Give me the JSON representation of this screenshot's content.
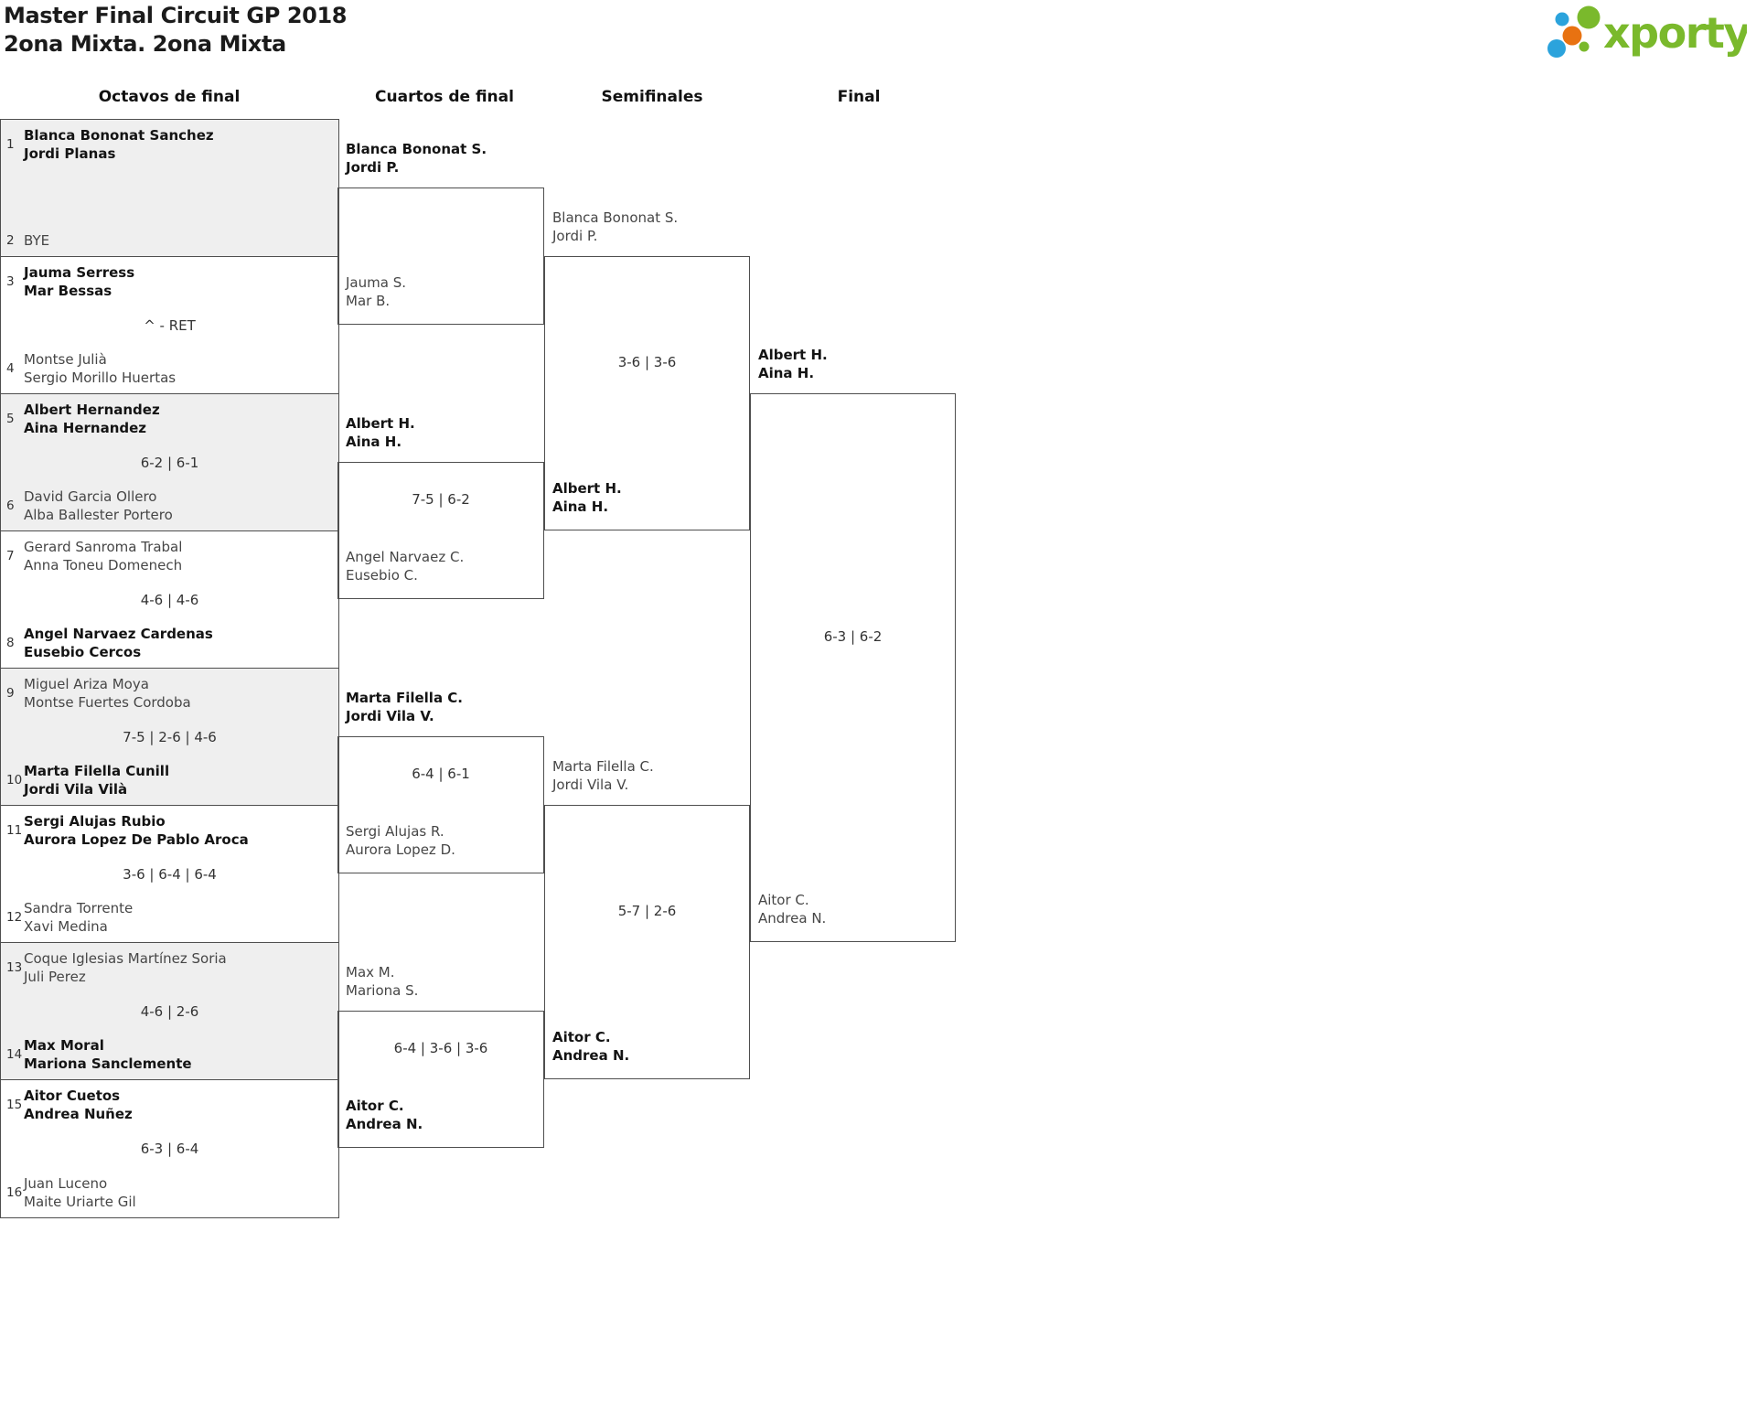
{
  "header": {
    "title": "Master Final Circuit GP 2018",
    "subtitle": "2ona Mixta. 2ona Mixta"
  },
  "logo": {
    "text": "xporty",
    "green": "#7ab92c",
    "blue": "#2ba3dc",
    "orange": "#e87211"
  },
  "rounds": [
    "Octavos de final",
    "Cuartos de final",
    "Semifinales",
    "Final"
  ],
  "bracket": {
    "r16": [
      {
        "shaded": true,
        "top": {
          "num": "1",
          "lines": [
            "Blanca Bononat Sanchez",
            "Jordi Planas"
          ],
          "winner": true
        },
        "bottom": {
          "num": "2",
          "lines": [
            "BYE"
          ],
          "winner": false
        },
        "score": ""
      },
      {
        "shaded": false,
        "top": {
          "num": "3",
          "lines": [
            "Jauma Serress",
            "Mar Bessas"
          ],
          "winner": true
        },
        "bottom": {
          "num": "4",
          "lines": [
            "Montse Julià",
            "Sergio Morillo Huertas"
          ],
          "winner": false
        },
        "score": "^ - RET"
      },
      {
        "shaded": true,
        "top": {
          "num": "5",
          "lines": [
            "Albert Hernandez",
            "Aina Hernandez"
          ],
          "winner": true
        },
        "bottom": {
          "num": "6",
          "lines": [
            "David Garcia Ollero",
            "Alba Ballester Portero"
          ],
          "winner": false
        },
        "score": "6-2 | 6-1"
      },
      {
        "shaded": false,
        "top": {
          "num": "7",
          "lines": [
            "Gerard Sanroma Trabal",
            "Anna Toneu Domenech"
          ],
          "winner": false
        },
        "bottom": {
          "num": "8",
          "lines": [
            "Angel Narvaez Cardenas",
            "Eusebio Cercos"
          ],
          "winner": true
        },
        "score": "4-6 | 4-6"
      },
      {
        "shaded": true,
        "top": {
          "num": "9",
          "lines": [
            "Miguel Ariza Moya",
            "Montse Fuertes Cordoba"
          ],
          "winner": false
        },
        "bottom": {
          "num": "10",
          "lines": [
            "Marta Filella Cunill",
            "Jordi Vila Vilà"
          ],
          "winner": true
        },
        "score": "7-5 | 2-6 | 4-6"
      },
      {
        "shaded": false,
        "top": {
          "num": "11",
          "lines": [
            "Sergi Alujas Rubio",
            "Aurora Lopez De Pablo Aroca"
          ],
          "winner": true
        },
        "bottom": {
          "num": "12",
          "lines": [
            "Sandra Torrente",
            "Xavi Medina"
          ],
          "winner": false
        },
        "score": "3-6 | 6-4 | 6-4"
      },
      {
        "shaded": true,
        "top": {
          "num": "13",
          "lines": [
            "Coque Iglesias Martínez Soria",
            "Juli Perez"
          ],
          "winner": false
        },
        "bottom": {
          "num": "14",
          "lines": [
            "Max Moral",
            "Mariona Sanclemente"
          ],
          "winner": true
        },
        "score": "4-6 | 2-6"
      },
      {
        "shaded": false,
        "top": {
          "num": "15",
          "lines": [
            "Aitor Cuetos",
            "Andrea Nuñez"
          ],
          "winner": true
        },
        "bottom": {
          "num": "16",
          "lines": [
            "Juan Luceno",
            "Maite Uriarte Gil"
          ],
          "winner": false
        },
        "score": "6-3 | 6-4"
      }
    ],
    "qf": [
      {
        "top": {
          "lines": [
            "Blanca Bononat S.",
            "Jordi P."
          ],
          "winner": true
        },
        "bottom": {
          "lines": [
            "Jauma S.",
            "Mar B."
          ],
          "winner": false
        },
        "score": ""
      },
      {
        "top": {
          "lines": [
            "Albert H.",
            "Aina H."
          ],
          "winner": true
        },
        "bottom": {
          "lines": [
            "Angel Narvaez C.",
            "Eusebio C."
          ],
          "winner": false
        },
        "score": "7-5 | 6-2"
      },
      {
        "top": {
          "lines": [
            "Marta Filella C.",
            "Jordi Vila V."
          ],
          "winner": true
        },
        "bottom": {
          "lines": [
            "Sergi Alujas R.",
            "Aurora Lopez D."
          ],
          "winner": false
        },
        "score": "6-4 | 6-1"
      },
      {
        "top": {
          "lines": [
            "Max M.",
            "Mariona S."
          ],
          "winner": false
        },
        "bottom": {
          "lines": [
            "Aitor C.",
            "Andrea N."
          ],
          "winner": true
        },
        "score": "6-4 | 3-6 | 3-6"
      }
    ],
    "sf": [
      {
        "top": {
          "lines": [
            "Blanca Bononat S.",
            "Jordi P."
          ],
          "winner": false
        },
        "bottom": {
          "lines": [
            "Albert H.",
            "Aina H."
          ],
          "winner": true
        },
        "score": "3-6 | 3-6"
      },
      {
        "top": {
          "lines": [
            "Marta Filella C.",
            "Jordi Vila V."
          ],
          "winner": false
        },
        "bottom": {
          "lines": [
            "Aitor C.",
            "Andrea N."
          ],
          "winner": true
        },
        "score": "5-7 | 2-6"
      }
    ],
    "final": [
      {
        "top": {
          "lines": [
            "Albert H.",
            "Aina H."
          ],
          "winner": true
        },
        "bottom": {
          "lines": [
            "Aitor C.",
            "Andrea N."
          ],
          "winner": false
        },
        "score": "6-3 | 6-2"
      }
    ]
  }
}
